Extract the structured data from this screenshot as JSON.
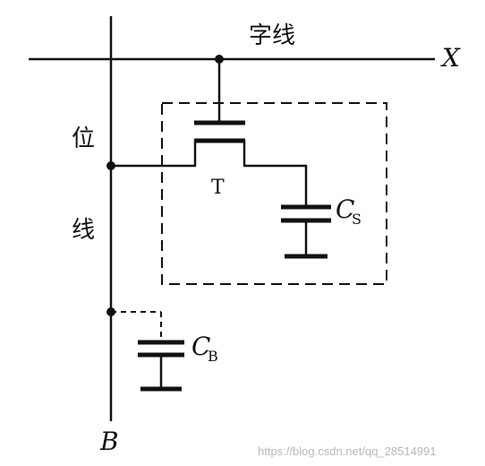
{
  "labels": {
    "word_line": "字线",
    "word_line_end": "X",
    "bit_line_top": "位",
    "bit_line_bottom": "线",
    "bit_line_end": "B",
    "transistor": "T",
    "cs_main": "C",
    "cs_sub": "S",
    "cb_main": "C",
    "cb_sub": "B"
  },
  "watermark": "https://blog.csdn.net/qq_28514991"
}
